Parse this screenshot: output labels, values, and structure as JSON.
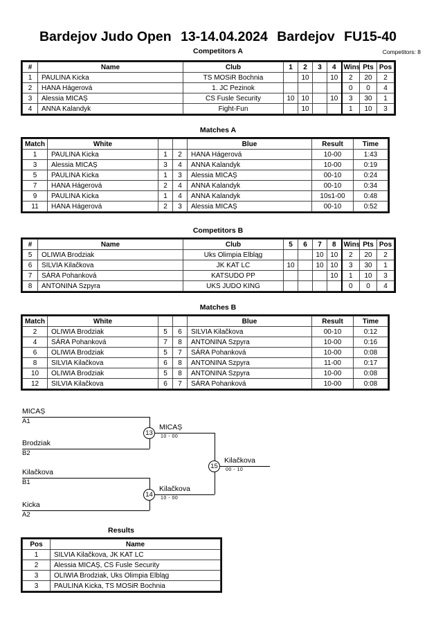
{
  "header": {
    "event": "Bardejov Judo Open",
    "dates": "13-14.04.2024",
    "place": "Bardejov",
    "category": "FU15-40",
    "competitors_label": "Competitors: 8"
  },
  "sections": {
    "competitors_a": "Competitors A",
    "matches_a": "Matches A",
    "competitors_b": "Competitors B",
    "matches_b": "Matches B",
    "results": "Results"
  },
  "competitors_table": {
    "headers": [
      "#",
      "Name",
      "Club",
      "Wins",
      "Pts",
      "Pos"
    ],
    "group_a": {
      "opponent_headers": [
        "1",
        "2",
        "3",
        "4"
      ],
      "rows": [
        {
          "num": "1",
          "name": "PAULINA Kicka",
          "club": "TS MOSiR Bochnia",
          "scores": [
            "",
            "10",
            "",
            "10"
          ],
          "wins": "2",
          "pts": "20",
          "pos": "2"
        },
        {
          "num": "2",
          "name": "HANA Hágerová",
          "club": "1. JC Pezinok",
          "scores": [
            "",
            "",
            "",
            ""
          ],
          "wins": "0",
          "pts": "0",
          "pos": "4"
        },
        {
          "num": "3",
          "name": "Alessia MICAȘ",
          "club": "CS Fusle Security",
          "scores": [
            "10",
            "10",
            "",
            "10"
          ],
          "wins": "3",
          "pts": "30",
          "pos": "1"
        },
        {
          "num": "4",
          "name": "ANNA Kalandyk",
          "club": "Fight-Fun",
          "scores": [
            "",
            "10",
            "",
            ""
          ],
          "wins": "1",
          "pts": "10",
          "pos": "3"
        }
      ]
    },
    "group_b": {
      "opponent_headers": [
        "5",
        "6",
        "7",
        "8"
      ],
      "rows": [
        {
          "num": "5",
          "name": "OLIWIA Brodziak",
          "club": "Uks Olimpia Elbląg",
          "scores": [
            "",
            "",
            "10",
            "10"
          ],
          "wins": "2",
          "pts": "20",
          "pos": "2"
        },
        {
          "num": "6",
          "name": "SILVIA Kilačkova",
          "club": "JK KAT LC",
          "scores": [
            "10",
            "",
            "10",
            "10"
          ],
          "wins": "3",
          "pts": "30",
          "pos": "1"
        },
        {
          "num": "7",
          "name": "SÁRA Pohanková",
          "club": "KATSUDO PP",
          "scores": [
            "",
            "",
            "",
            "10"
          ],
          "wins": "1",
          "pts": "10",
          "pos": "3"
        },
        {
          "num": "8",
          "name": "ANTONINA Szpyra",
          "club": "UKS JUDO KING",
          "scores": [
            "",
            "",
            "",
            ""
          ],
          "wins": "0",
          "pts": "0",
          "pos": "4"
        }
      ]
    }
  },
  "matches_table": {
    "headers": [
      "Match",
      "White",
      "Blue",
      "Result",
      "Time"
    ],
    "group_a": [
      {
        "match": "1",
        "white": "PAULINA Kicka",
        "white_seed": "1",
        "blue_seed": "2",
        "blue": "HANA Hágerová",
        "result": "10-00",
        "time": "1:43"
      },
      {
        "match": "3",
        "white": "Alessia MICAȘ",
        "white_seed": "3",
        "blue_seed": "4",
        "blue": "ANNA Kalandyk",
        "result": "10-00",
        "time": "0:19"
      },
      {
        "match": "5",
        "white": "PAULINA Kicka",
        "white_seed": "1",
        "blue_seed": "3",
        "blue": "Alessia MICAȘ",
        "result": "00-10",
        "time": "0:24"
      },
      {
        "match": "7",
        "white": "HANA Hágerová",
        "white_seed": "2",
        "blue_seed": "4",
        "blue": "ANNA Kalandyk",
        "result": "00-10",
        "time": "0:34"
      },
      {
        "match": "9",
        "white": "PAULINA Kicka",
        "white_seed": "1",
        "blue_seed": "4",
        "blue": "ANNA Kalandyk",
        "result": "10s1-00",
        "time": "0:48"
      },
      {
        "match": "11",
        "white": "HANA Hágerová",
        "white_seed": "2",
        "blue_seed": "3",
        "blue": "Alessia MICAȘ",
        "result": "00-10",
        "time": "0:52"
      }
    ],
    "group_b": [
      {
        "match": "2",
        "white": "OLIWIA Brodziak",
        "white_seed": "5",
        "blue_seed": "6",
        "blue": "SILVIA Kilačkova",
        "result": "00-10",
        "time": "0:12"
      },
      {
        "match": "4",
        "white": "SÁRA Pohanková",
        "white_seed": "7",
        "blue_seed": "8",
        "blue": "ANTONINA Szpyra",
        "result": "10-00",
        "time": "0:16"
      },
      {
        "match": "6",
        "white": "OLIWIA Brodziak",
        "white_seed": "5",
        "blue_seed": "7",
        "blue": "SÁRA Pohanková",
        "result": "10-00",
        "time": "0:08"
      },
      {
        "match": "8",
        "white": "SILVIA Kilačkova",
        "white_seed": "6",
        "blue_seed": "8",
        "blue": "ANTONINA Szpyra",
        "result": "11-00",
        "time": "0:17"
      },
      {
        "match": "10",
        "white": "OLIWIA Brodziak",
        "white_seed": "5",
        "blue_seed": "8",
        "blue": "ANTONINA Szpyra",
        "result": "10-00",
        "time": "0:08"
      },
      {
        "match": "12",
        "white": "SILVIA Kilačkova",
        "white_seed": "6",
        "blue_seed": "7",
        "blue": "SÁRA Pohanková",
        "result": "10-00",
        "time": "0:08"
      }
    ]
  },
  "bracket": {
    "entrants": [
      {
        "name": "MICAȘ",
        "seed": "A1"
      },
      {
        "name": "Brodziak",
        "seed": "B2"
      },
      {
        "name": "Kilačkova",
        "seed": "B1"
      },
      {
        "name": "Kicka",
        "seed": "A2"
      }
    ],
    "semifinals": [
      {
        "number": "13",
        "winner": "MICAȘ",
        "score": "10 - 00"
      },
      {
        "number": "14",
        "winner": "Kilačkova",
        "score": "10 - 00"
      }
    ],
    "final": {
      "number": "15",
      "winner": "Kilačkova",
      "score": "00 - 10"
    }
  },
  "results_table": {
    "headers": [
      "Pos",
      "Name"
    ],
    "rows": [
      {
        "pos": "1",
        "name": "SILVIA Kilačkova, JK KAT LC"
      },
      {
        "pos": "2",
        "name": "Alessia MICAȘ, CS Fusle Security"
      },
      {
        "pos": "3",
        "name": "OLIWIA Brodziak, Uks Olimpia Elbląg"
      },
      {
        "pos": "3",
        "name": "PAULINA Kicka, TS MOSiR Bochnia"
      }
    ]
  }
}
